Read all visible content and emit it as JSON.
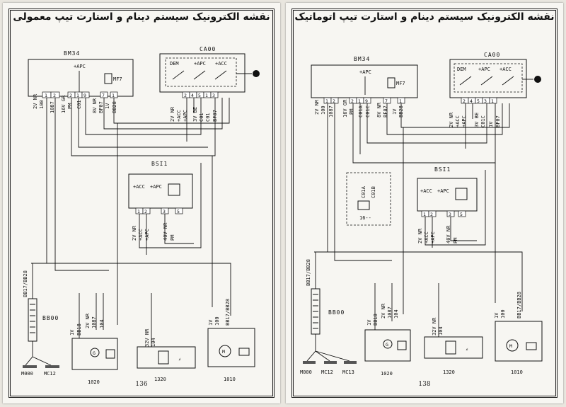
{
  "left_page": {
    "title": "نقشه الکترونیک سیستم دینام و استارت تیپ معمولی",
    "page_number": "136",
    "components": {
      "bm34": "BM34",
      "ca00": "CA00",
      "bsi1": "BSI1",
      "bb00": "BB00",
      "m000": "M000",
      "mc12": "MC12",
      "c1020": "1020",
      "c1320": "1320",
      "c1010": "1010",
      "mf7": "MF7"
    },
    "labels": {
      "apc": "+APC",
      "acc": "+ACC",
      "dem": "DEM",
      "w2v": "2V NR",
      "w100": "100",
      "w1087": "1087",
      "w16v": "16V GR",
      "wpm": "PM",
      "wc01": "C01",
      "w8v": "8V NR",
      "wbf07": "BF07",
      "w1v": "1V",
      "wbb28": "BB28",
      "w3v": "3V BE",
      "wbb17": "BB17/BB28",
      "w40v": "40V NR",
      "w32v": "32V NR",
      "w104": "104",
      "wbb18": "BB18"
    }
  },
  "right_page": {
    "title": "نقشه الکترونیک سیستم دینام و استارت تیپ اتوماتیک",
    "page_number": "138",
    "components": {
      "bm34": "BM34",
      "ca00": "CA00",
      "bsi1": "BSI1",
      "bb00": "BB00",
      "m000": "M000",
      "mc12": "MC12",
      "mc13": "MC13",
      "c1020": "1020",
      "c1320": "1320",
      "c1010": "1010",
      "mf7": "MF7",
      "c16": "16--"
    },
    "labels": {
      "apc": "+APC",
      "acc": "+ACC",
      "dem": "DEM",
      "w2v": "2V NR",
      "w100": "100",
      "w1087": "1087",
      "w16v": "16V GR",
      "wpm": "PM",
      "wc01a": "C01A",
      "wc01c": "C01C",
      "w8v": "8V NR",
      "wbf07": "BF07",
      "w1v": "1V",
      "wbb28": "BB28",
      "w3v": "3V BE",
      "wc01b": "C01B",
      "wbb17": "BB17/BB28",
      "w40v": "40V NR",
      "w32v": "32V NR",
      "w104": "104",
      "wbb18": "BB18"
    }
  }
}
